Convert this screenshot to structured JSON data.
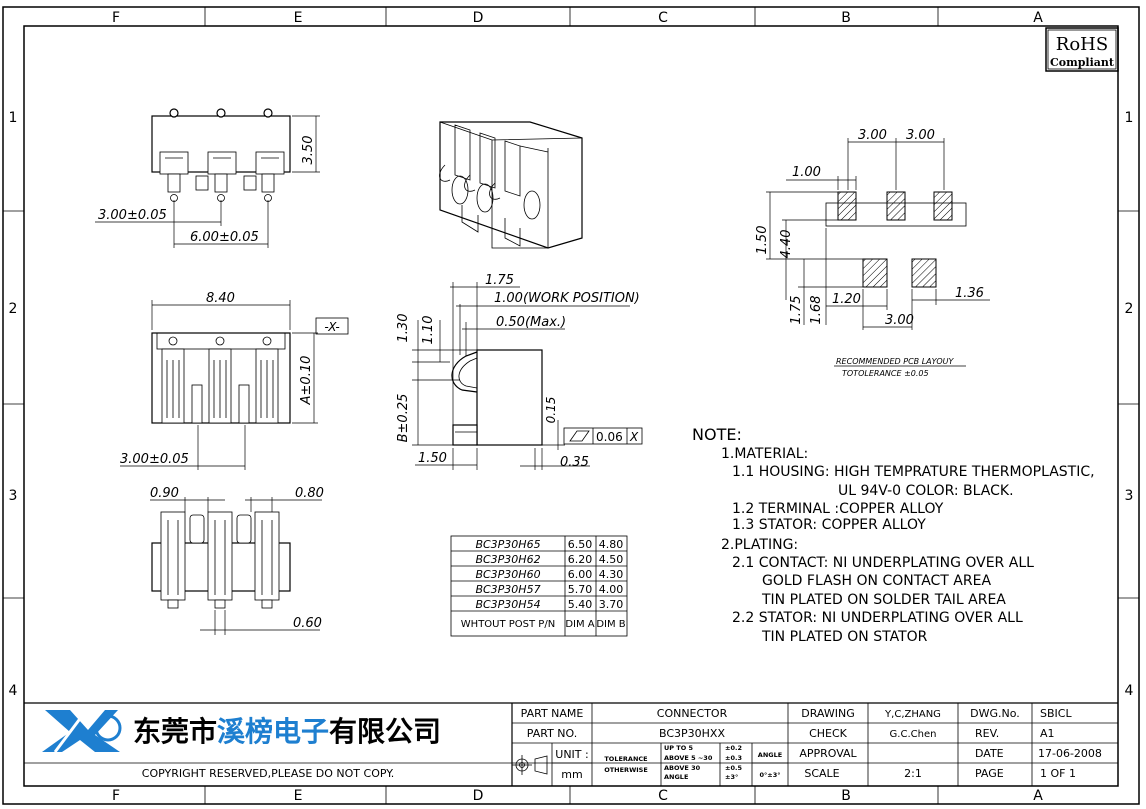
{
  "frame": {
    "cols_top": [
      "F",
      "E",
      "D",
      "C",
      "B",
      "A"
    ],
    "cols_bottom": [
      "F",
      "E",
      "D",
      "C",
      "B",
      "A"
    ],
    "rows_left": [
      "1",
      "2",
      "3",
      "4"
    ],
    "rows_right": [
      "1",
      "2",
      "3",
      "4"
    ]
  },
  "rohs": {
    "line1": "RoHS",
    "line2": "Compliant"
  },
  "top_view": {
    "height": "3.50",
    "pitch": "3.00±0.05",
    "span": "6.00±0.05"
  },
  "front_view": {
    "width": "8.40",
    "datum": "-X-",
    "height": "A±0.10",
    "pitch": "3.00±0.05"
  },
  "bottom_view": {
    "left": "0.90",
    "right": "0.80",
    "tail": "0.60"
  },
  "side_view": {
    "d175": "1.75",
    "work_pos": "1.00(WORK POSITION)",
    "max": "0.50(Max.)",
    "d130": "1.30",
    "d110": "1.10",
    "b025": "B±0.25",
    "d015": "0.15",
    "flatness": "0.06",
    "flat_ref": "X",
    "d150": "1.50",
    "d035": "0.35"
  },
  "pcb": {
    "d300a": "3.00",
    "d300b": "3.00",
    "d100": "1.00",
    "d150": "1.50",
    "d440": "4.40",
    "d175": "1.75",
    "d168": "1.68",
    "d120": "1.20",
    "d136": "1.36",
    "d300c": "3.00",
    "title": "RECOMMENDED PCB LAYOUY",
    "tol": "TOTOLERANCE ±0.05"
  },
  "table": {
    "rows": [
      {
        "pn": "BC3P30H65",
        "a": "6.50",
        "b": "4.80"
      },
      {
        "pn": "BC3P30H62",
        "a": "6.20",
        "b": "4.50"
      },
      {
        "pn": "BC3P30H60",
        "a": "6.00",
        "b": "4.30"
      },
      {
        "pn": "BC3P30H57",
        "a": "5.70",
        "b": "4.00"
      },
      {
        "pn": "BC3P30H54",
        "a": "5.40",
        "b": "3.70"
      }
    ],
    "footer": {
      "pn": "WHTOUT POST P/N",
      "a": "DIM A",
      "b": "DIM B"
    }
  },
  "notes": [
    "NOTE:",
    "1.MATERIAL:",
    "1.1 HOUSING: HIGH TEMPRATURE THERMOPLASTIC,",
    "UL 94V-0 COLOR: BLACK.",
    "1.2 TERMINAL :COPPER ALLOY",
    "1.3 STATOR: COPPER ALLOY",
    "2.PLATING:",
    "2.1 CONTACT: NI UNDERPLATING OVER ALL",
    "GOLD FLASH ON CONTACT AREA",
    "TIN PLATED ON SOLDER TAIL AREA",
    "2.2 STATOR: NI UNDERPLATING OVER ALL",
    "TIN PLATED ON STATOR"
  ],
  "title_block": {
    "company": "东莞市溪榜电子有限公司",
    "company_a": "东莞市",
    "company_b": "溪榜电子",
    "company_c": "有限公司",
    "copyright": "COPYRIGHT RESERVED,PLEASE DO NOT COPY.",
    "part_name_label": "PART NAME",
    "part_name": "CONNECTOR",
    "part_no_label": "PART NO.",
    "part_no": "BC3P30HXX",
    "unit_label": "UNIT :",
    "unit": "mm",
    "tol1": "TOLERANCE",
    "tol2": "OTHERWISE",
    "tol_r1": "UP TO 5",
    "tol_r2": "ABOVE 5 ~30",
    "tol_r3": "ABOVE 30",
    "tol_v1": "±0.2",
    "tol_v2": "±0.3",
    "tol_v3": "±0.5",
    "angle_label": "ANGLE",
    "angle_label2": "ANGLE",
    "angle_val": "±3°",
    "angle_val2": "0°±3°",
    "drawing_label": "DRAWING",
    "drawing": "Y,C,ZHANG",
    "check_label": "CHECK",
    "check": "G.C.Chen",
    "approval_label": "APPROVAL",
    "scale_label": "SCALE",
    "scale": "2:1",
    "dwg_label": "DWG.No.",
    "dwg": "SBICL",
    "rev_label": "REV.",
    "rev": "A1",
    "date_label": "DATE",
    "date": "17-06-2008",
    "page_label": "PAGE",
    "page": "1 OF 1"
  },
  "colors": {
    "brand_blue": "#1e7fd0",
    "ink": "#000000"
  }
}
